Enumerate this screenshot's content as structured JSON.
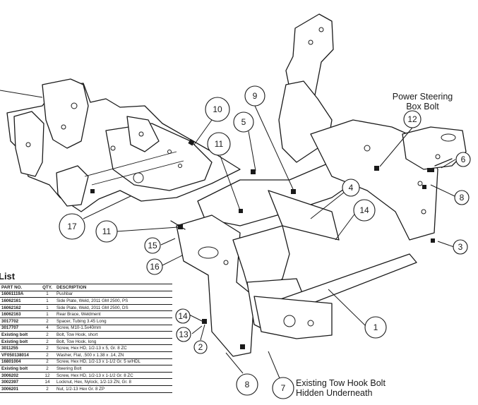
{
  "callouts": [
    {
      "label": "1"
    },
    {
      "label": "2"
    },
    {
      "label": "3"
    },
    {
      "label": "4"
    },
    {
      "label": "5"
    },
    {
      "label": "6"
    },
    {
      "label": "7"
    },
    {
      "label": "8"
    },
    {
      "label": "8"
    },
    {
      "label": "9"
    },
    {
      "label": "10"
    },
    {
      "label": "11"
    },
    {
      "label": "11"
    },
    {
      "label": "12"
    },
    {
      "label": "13"
    },
    {
      "label": "14"
    },
    {
      "label": "14"
    },
    {
      "label": "15"
    },
    {
      "label": "16"
    },
    {
      "label": "17"
    }
  ],
  "notes": {
    "power_steering_line1": "Power Steering",
    "power_steering_line2": "Box Bolt",
    "tow_hook_line1": "Existing Tow Hook Bolt",
    "tow_hook_line2": "Hidden Underneath"
  },
  "parts_list": {
    "title": "List",
    "headers": {
      "part_no": "PART NO.",
      "qty": "QTY.",
      "description": "DESCRIPTION"
    },
    "rows": [
      {
        "part_no": "16061119A",
        "qty": "1",
        "description": "Pushbar"
      },
      {
        "part_no": "16062161",
        "qty": "1",
        "description": "Side Plate, Weld, 2011 GM 2500, PS"
      },
      {
        "part_no": "16062162",
        "qty": "1",
        "description": "Side Plate, Weld, 2011 GM 2500, DS"
      },
      {
        "part_no": "16062163",
        "qty": "1",
        "description": "Rear Brace, Weldment"
      },
      {
        "part_no": "3017702",
        "qty": "2",
        "description": "Spacer, Tubing 3.45 Long"
      },
      {
        "part_no": "3017707",
        "qty": "4",
        "description": "Screw, M10-1.5x40mm"
      },
      {
        "part_no": "Existing bolt",
        "qty": "2",
        "description": "Bolt, Tow Hook, short"
      },
      {
        "part_no": "Existing bolt",
        "qty": "2",
        "description": "Bolt, Tow Hook, long"
      },
      {
        "part_no": "3011255",
        "qty": "2",
        "description": "Screw, Hex HD, 1/2-13 x 5, Gr. 8 ZC"
      },
      {
        "part_no": "VF050138014",
        "qty": "2",
        "description": "Washer, Flat, .500 x 1.38 x .14, ZN"
      },
      {
        "part_no": "16801004",
        "qty": "2",
        "description": "Screw, Hex HD, 1/2-13 x 1-1/2 Gr. 5 w/HDL"
      },
      {
        "part_no": "Existing bolt",
        "qty": "2",
        "description": "Steering Bolt"
      },
      {
        "part_no": "3006202",
        "qty": "12",
        "description": "Screw, Hex HD, 1/2-13 x 1-1/2 Gr. 8 ZC"
      },
      {
        "part_no": "3002397",
        "qty": "14",
        "description": "Locknut, Hex, Nylock, 1/2-13 ZN, Gr. 8"
      },
      {
        "part_no": "3006201",
        "qty": "2",
        "description": "Nut, 1/2-13 Hex Gr. 8 ZP"
      }
    ]
  }
}
